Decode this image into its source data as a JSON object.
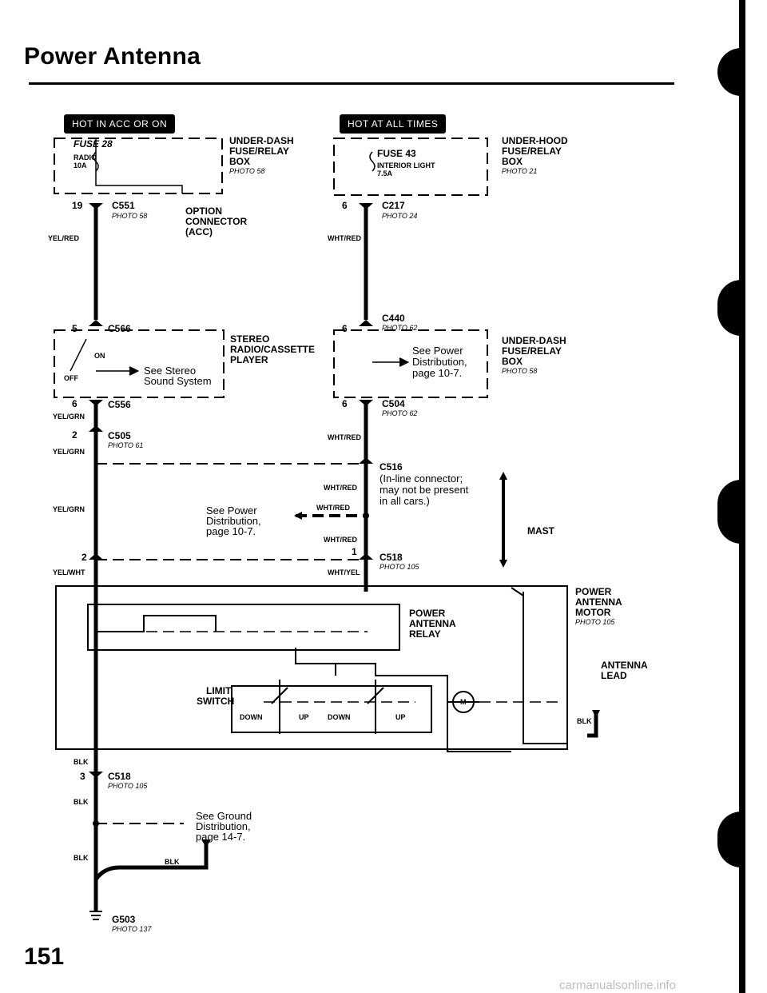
{
  "page": {
    "title": "Power Antenna",
    "page_number": "151",
    "watermark": "carmanualsonline.info"
  },
  "badges": {
    "left": "HOT IN ACC OR ON",
    "right": "HOT AT ALL TIMES"
  },
  "fuse28": {
    "name": "FUSE 28",
    "circuit": "RADIO",
    "rating": "10A"
  },
  "fuse43": {
    "name": "FUSE 43",
    "circuit": "INTERIOR LIGHT",
    "rating": "7.5A"
  },
  "under_dash_box_1": {
    "line1": "UNDER-DASH",
    "line2": "FUSE/RELAY",
    "line3": "BOX",
    "photo": "PHOTO 58"
  },
  "under_hood_box": {
    "line1": "UNDER-HOOD",
    "line2": "FUSE/RELAY",
    "line3": "BOX",
    "photo": "PHOTO 21"
  },
  "under_dash_box_2": {
    "line1": "UNDER-DASH",
    "line2": "FUSE/RELAY",
    "line3": "BOX",
    "photo": "PHOTO 58"
  },
  "option_connector": {
    "line1": "OPTION",
    "line2": "CONNECTOR",
    "line3": "(ACC)"
  },
  "stereo": {
    "line1": "STEREO",
    "line2": "RADIO/CASSETTE",
    "line3": "PLAYER",
    "on": "ON",
    "off": "OFF",
    "see1": "See Stereo",
    "see2": "Sound System"
  },
  "power_dist_box": {
    "see1": "See Power",
    "see2": "Distribution,",
    "see3": "page 10-7."
  },
  "power_dist_mid": {
    "see1": "See Power",
    "see2": "Distribution,",
    "see3": "page 10-7."
  },
  "ground_ref": {
    "see1": "See Ground",
    "see2": "Distribution,",
    "see3": "page 14-7."
  },
  "connectors": {
    "c551": {
      "id": "C551",
      "photo": "PHOTO 58",
      "pin": "19"
    },
    "c217": {
      "id": "C217",
      "photo": "PHOTO 24",
      "pin": "6"
    },
    "c566": {
      "id": "C566",
      "pin": "5"
    },
    "c440": {
      "id": "C440",
      "photo": "PHOTO 62",
      "pin": "6"
    },
    "c556": {
      "id": "C556",
      "pin": "6"
    },
    "c504": {
      "id": "C504",
      "photo": "PHOTO 62",
      "pin": "6"
    },
    "c505": {
      "id": "C505",
      "photo": "PHOTO 61",
      "pin": "2"
    },
    "c516": {
      "id": "C516",
      "note1": "(In-line connector;",
      "note2": "may not be present",
      "note3": "in all cars.)"
    },
    "c518_top": {
      "id": "C518",
      "photo": "PHOTO 105",
      "pin_left": "2",
      "pin_right": "1"
    },
    "c518_bot": {
      "id": "C518",
      "photo": "PHOTO 105",
      "pin": "3"
    },
    "g503": {
      "id": "G503",
      "photo": "PHOTO 137"
    }
  },
  "wires": {
    "yel_red": "YEL/RED",
    "wht_red": "WHT/RED",
    "yel_grn": "YEL/GRN",
    "yel_wht": "YEL/WHT",
    "wht_yel": "WHT/YEL",
    "blk": "BLK"
  },
  "components": {
    "relay": {
      "line1": "POWER",
      "line2": "ANTENNA",
      "line3": "RELAY"
    },
    "limit_switch": {
      "line1": "LIMIT",
      "line2": "SWITCH",
      "down": "DOWN",
      "up": "UP"
    },
    "motor": {
      "line1": "POWER",
      "line2": "ANTENNA",
      "line3": "MOTOR",
      "photo": "PHOTO 105",
      "symbol": "M"
    },
    "mast": "MAST",
    "lead": {
      "line1": "ANTENNA",
      "line2": "LEAD"
    }
  }
}
